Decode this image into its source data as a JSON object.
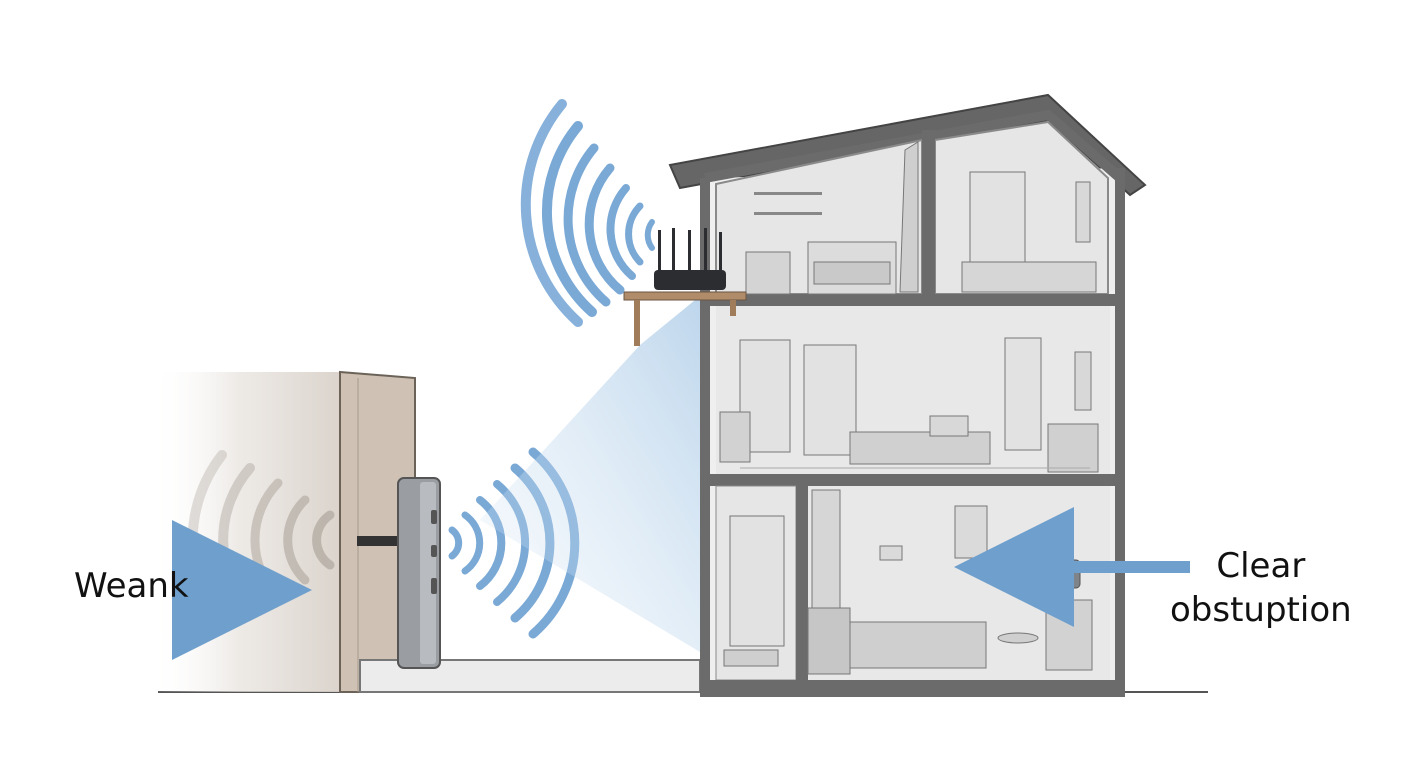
{
  "labels": {
    "left": "Weank",
    "right_line1": "Clear",
    "right_line2": "obstuption"
  },
  "colors": {
    "signal": "#7aa9d6",
    "arrow": "#6f9fcc",
    "weak_signal": "#b0a8a0",
    "wall_fill": "#cfc1b4",
    "house_outline": "#6b6b6b",
    "house_fill": "#e9e9e9",
    "device": "#8e9296"
  },
  "icons": {
    "router": "wifi-router-icon",
    "extender": "range-extender-icon"
  }
}
